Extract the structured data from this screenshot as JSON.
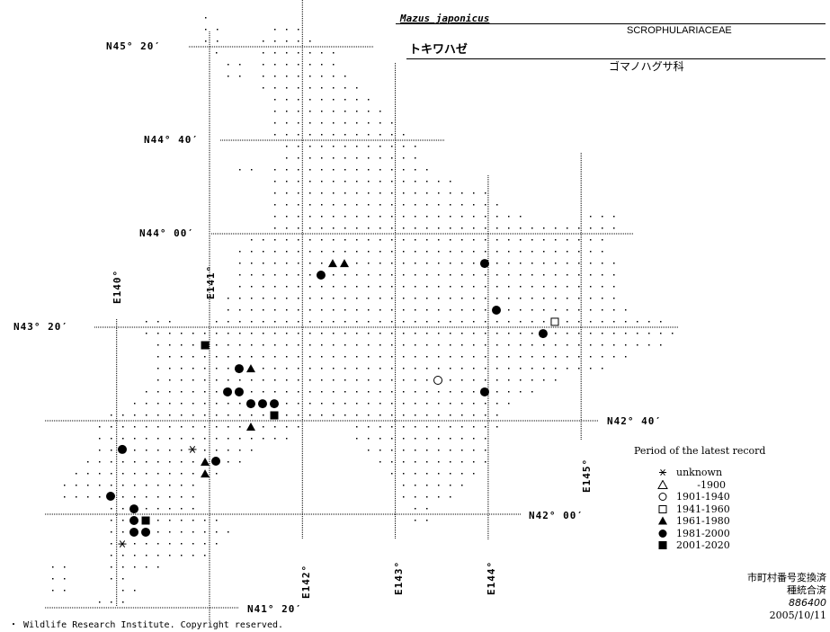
{
  "header": {
    "scientific_name": "Mazus japonicus",
    "family_latin": "SCROPHULARIACEAE",
    "japanese_name": "トキワハゼ",
    "family_japanese": "ゴマノハグサ科"
  },
  "axes": {
    "latitudes": [
      {
        "label": "N45° 20′",
        "value": 45.3333
      },
      {
        "label": "N44° 40′",
        "value": 44.6667
      },
      {
        "label": "N44° 00′",
        "value": 44.0
      },
      {
        "label": "N43° 20′",
        "value": 43.3333
      },
      {
        "label": "N42° 40′",
        "value": 42.6667
      },
      {
        "label": "N42° 00′",
        "value": 42.0
      },
      {
        "label": "N41° 20′",
        "value": 41.3333
      }
    ],
    "longitudes": [
      {
        "label": "E140°",
        "value": 140
      },
      {
        "label": "E141°",
        "value": 141
      },
      {
        "label": "E142°",
        "value": 142
      },
      {
        "label": "E143°",
        "value": 143
      },
      {
        "label": "E144°",
        "value": 144
      },
      {
        "label": "E145°",
        "value": 145
      }
    ]
  },
  "legend": {
    "title": "Period of the latest record",
    "items": [
      {
        "symbol": "asterisk",
        "label": "unknown"
      },
      {
        "symbol": "open-triangle",
        "label": "-1900"
      },
      {
        "symbol": "open-circle",
        "label": "1901-1940"
      },
      {
        "symbol": "open-square",
        "label": "1941-1960"
      },
      {
        "symbol": "filled-triangle",
        "label": "1961-1980"
      },
      {
        "symbol": "filled-circle",
        "label": "1981-2000"
      },
      {
        "symbol": "filled-square",
        "label": "2001-2020"
      }
    ]
  },
  "records": [
    {
      "symbol": "filled-triangle",
      "lon": 142.326,
      "lat": 43.788
    },
    {
      "symbol": "filled-triangle",
      "lon": 142.452,
      "lat": 43.788
    },
    {
      "symbol": "filled-circle",
      "lon": 142.2,
      "lat": 43.705
    },
    {
      "symbol": "filled-circle",
      "lon": 143.962,
      "lat": 43.788
    },
    {
      "symbol": "filled-circle",
      "lon": 144.088,
      "lat": 43.455
    },
    {
      "symbol": "open-square",
      "lon": 144.717,
      "lat": 43.372
    },
    {
      "symbol": "filled-circle",
      "lon": 144.591,
      "lat": 43.288
    },
    {
      "symbol": "filled-square",
      "lon": 140.952,
      "lat": 43.205
    },
    {
      "symbol": "filled-circle",
      "lon": 141.319,
      "lat": 43.038
    },
    {
      "symbol": "filled-triangle",
      "lon": 141.445,
      "lat": 43.038
    },
    {
      "symbol": "open-circle",
      "lon": 143.459,
      "lat": 42.955
    },
    {
      "symbol": "filled-circle",
      "lon": 143.962,
      "lat": 42.872
    },
    {
      "symbol": "filled-circle",
      "lon": 141.194,
      "lat": 42.872
    },
    {
      "symbol": "filled-circle",
      "lon": 141.319,
      "lat": 42.872
    },
    {
      "symbol": "filled-circle",
      "lon": 141.445,
      "lat": 42.788
    },
    {
      "symbol": "filled-circle",
      "lon": 141.571,
      "lat": 42.788
    },
    {
      "symbol": "filled-circle",
      "lon": 141.697,
      "lat": 42.788
    },
    {
      "symbol": "filled-square",
      "lon": 141.697,
      "lat": 42.705
    },
    {
      "symbol": "filled-triangle",
      "lon": 141.445,
      "lat": 42.622
    },
    {
      "symbol": "filled-circle",
      "lon": 140.061,
      "lat": 42.462
    },
    {
      "symbol": "asterisk",
      "lon": 140.816,
      "lat": 42.462
    },
    {
      "symbol": "filled-circle",
      "lon": 141.068,
      "lat": 42.378
    },
    {
      "symbol": "filled-triangle",
      "lon": 140.952,
      "lat": 42.372
    },
    {
      "symbol": "filled-triangle",
      "lon": 140.952,
      "lat": 42.288
    },
    {
      "symbol": "filled-circle",
      "lon": 139.935,
      "lat": 42.128
    },
    {
      "symbol": "filled-circle",
      "lon": 140.187,
      "lat": 42.038
    },
    {
      "symbol": "filled-circle",
      "lon": 140.187,
      "lat": 41.955
    },
    {
      "symbol": "filled-square",
      "lon": 140.313,
      "lat": 41.955
    },
    {
      "symbol": "filled-circle",
      "lon": 140.187,
      "lat": 41.872
    },
    {
      "symbol": "filled-circle",
      "lon": 140.313,
      "lat": 41.872
    },
    {
      "symbol": "asterisk",
      "lon": 140.061,
      "lat": 41.788
    }
  ],
  "footer": {
    "status1": "市町村番号変換済",
    "status2": "種統合済",
    "code": "886400",
    "date": "2005/10/11",
    "copyright": "・ Wildlife Research Institute. Copyright reserved."
  }
}
